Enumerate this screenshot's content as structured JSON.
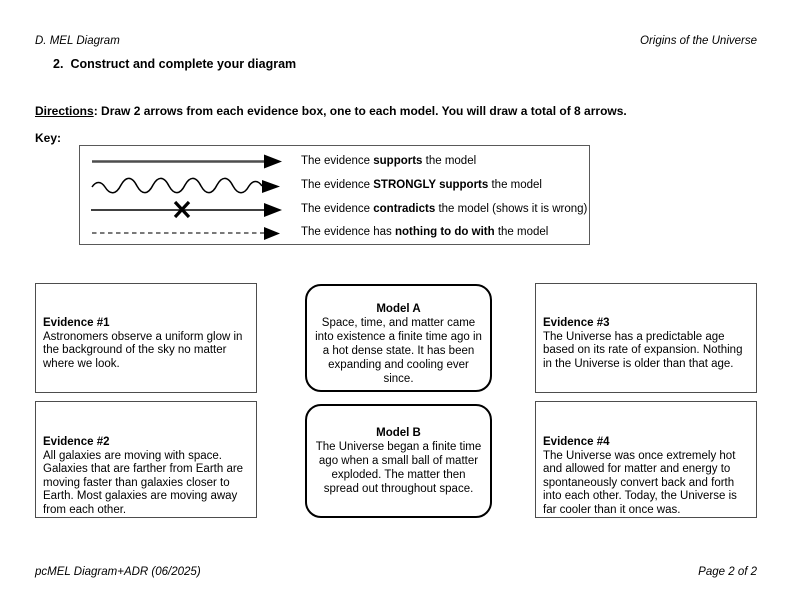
{
  "header": {
    "left": "D. MEL Diagram",
    "right": "Origins of the Universe"
  },
  "prompt": {
    "number": "2.",
    "text": "Construct and complete your diagram"
  },
  "directions": {
    "label": "Directions",
    "separator": ": ",
    "text": "Draw 2 arrows from each evidence box, one to each model. You will draw a total of 8 arrows."
  },
  "key": {
    "label": "Key:",
    "rows": [
      {
        "glyph": "solid-arrow-icon",
        "prefix": "The evidence ",
        "emphasis": "supports",
        "suffix": " the model"
      },
      {
        "glyph": "wavy-arrow-icon",
        "prefix": "The evidence ",
        "emphasis": "STRONGLY supports",
        "suffix": " the model"
      },
      {
        "glyph": "crossed-arrow-icon",
        "prefix": "The evidence ",
        "emphasis": "contradicts",
        "suffix": " the model (shows it is wrong)"
      },
      {
        "glyph": "dashed-arrow-icon",
        "prefix": "The evidence has ",
        "emphasis": "nothing to do with",
        "suffix": " the model"
      }
    ]
  },
  "evidence": [
    {
      "title": "Evidence #1",
      "body": "Astronomers observe a uniform glow in the background of the sky no matter where we look."
    },
    {
      "title": "Evidence #2",
      "body": "All galaxies are moving with space. Galaxies that are farther from Earth are moving faster than galaxies closer to Earth. Most galaxies are moving away from each other."
    },
    {
      "title": "Evidence #3",
      "body": "The Universe has a predictable age based on its rate of expansion. Nothing in the Universe is older than that age."
    },
    {
      "title": "Evidence #4",
      "body": "The Universe was once extremely hot and allowed for matter and energy to spontaneously convert back and forth into each other. Today, the Universe is far cooler than it once was."
    }
  ],
  "models": [
    {
      "title": "Model A",
      "body": "Space, time, and matter came into existence a finite time ago in a hot dense state. It has been expanding and cooling ever since."
    },
    {
      "title": "Model B",
      "body": "The Universe began a finite time ago when a small ball of matter exploded. The matter then spread out throughout space."
    }
  ],
  "footer": {
    "left": "pcMEL Diagram+ADR (06/2025)",
    "right": "Page 2 of 2"
  },
  "colors": {
    "ink": "#000000",
    "box_border": "#4d4d4d",
    "key_border": "#595959",
    "paper": "#ffffff"
  }
}
